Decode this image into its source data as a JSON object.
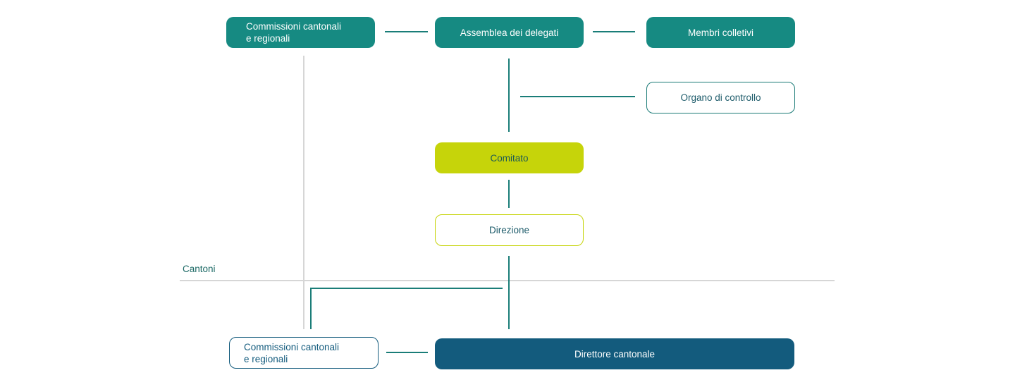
{
  "diagram": {
    "nodes": {
      "commissioni_top": {
        "label": "Commissioni cantonali\ne regionali"
      },
      "assemblea": {
        "label": "Assemblea dei delegati"
      },
      "membri": {
        "label": "Membri colletivi"
      },
      "organo": {
        "label": "Organo di controllo"
      },
      "comitato": {
        "label": "Comitato"
      },
      "direzione": {
        "label": "Direzione"
      },
      "commissioni_bottom": {
        "label": "Commissioni cantonali\ne regionali"
      },
      "direttore": {
        "label": "Direttore cantonale"
      }
    },
    "section_label": "Cantoni"
  },
  "colors": {
    "teal": "#168a82",
    "lime": "#c6d40a",
    "navy": "#135b7d",
    "divider": "#d6d6d6"
  }
}
